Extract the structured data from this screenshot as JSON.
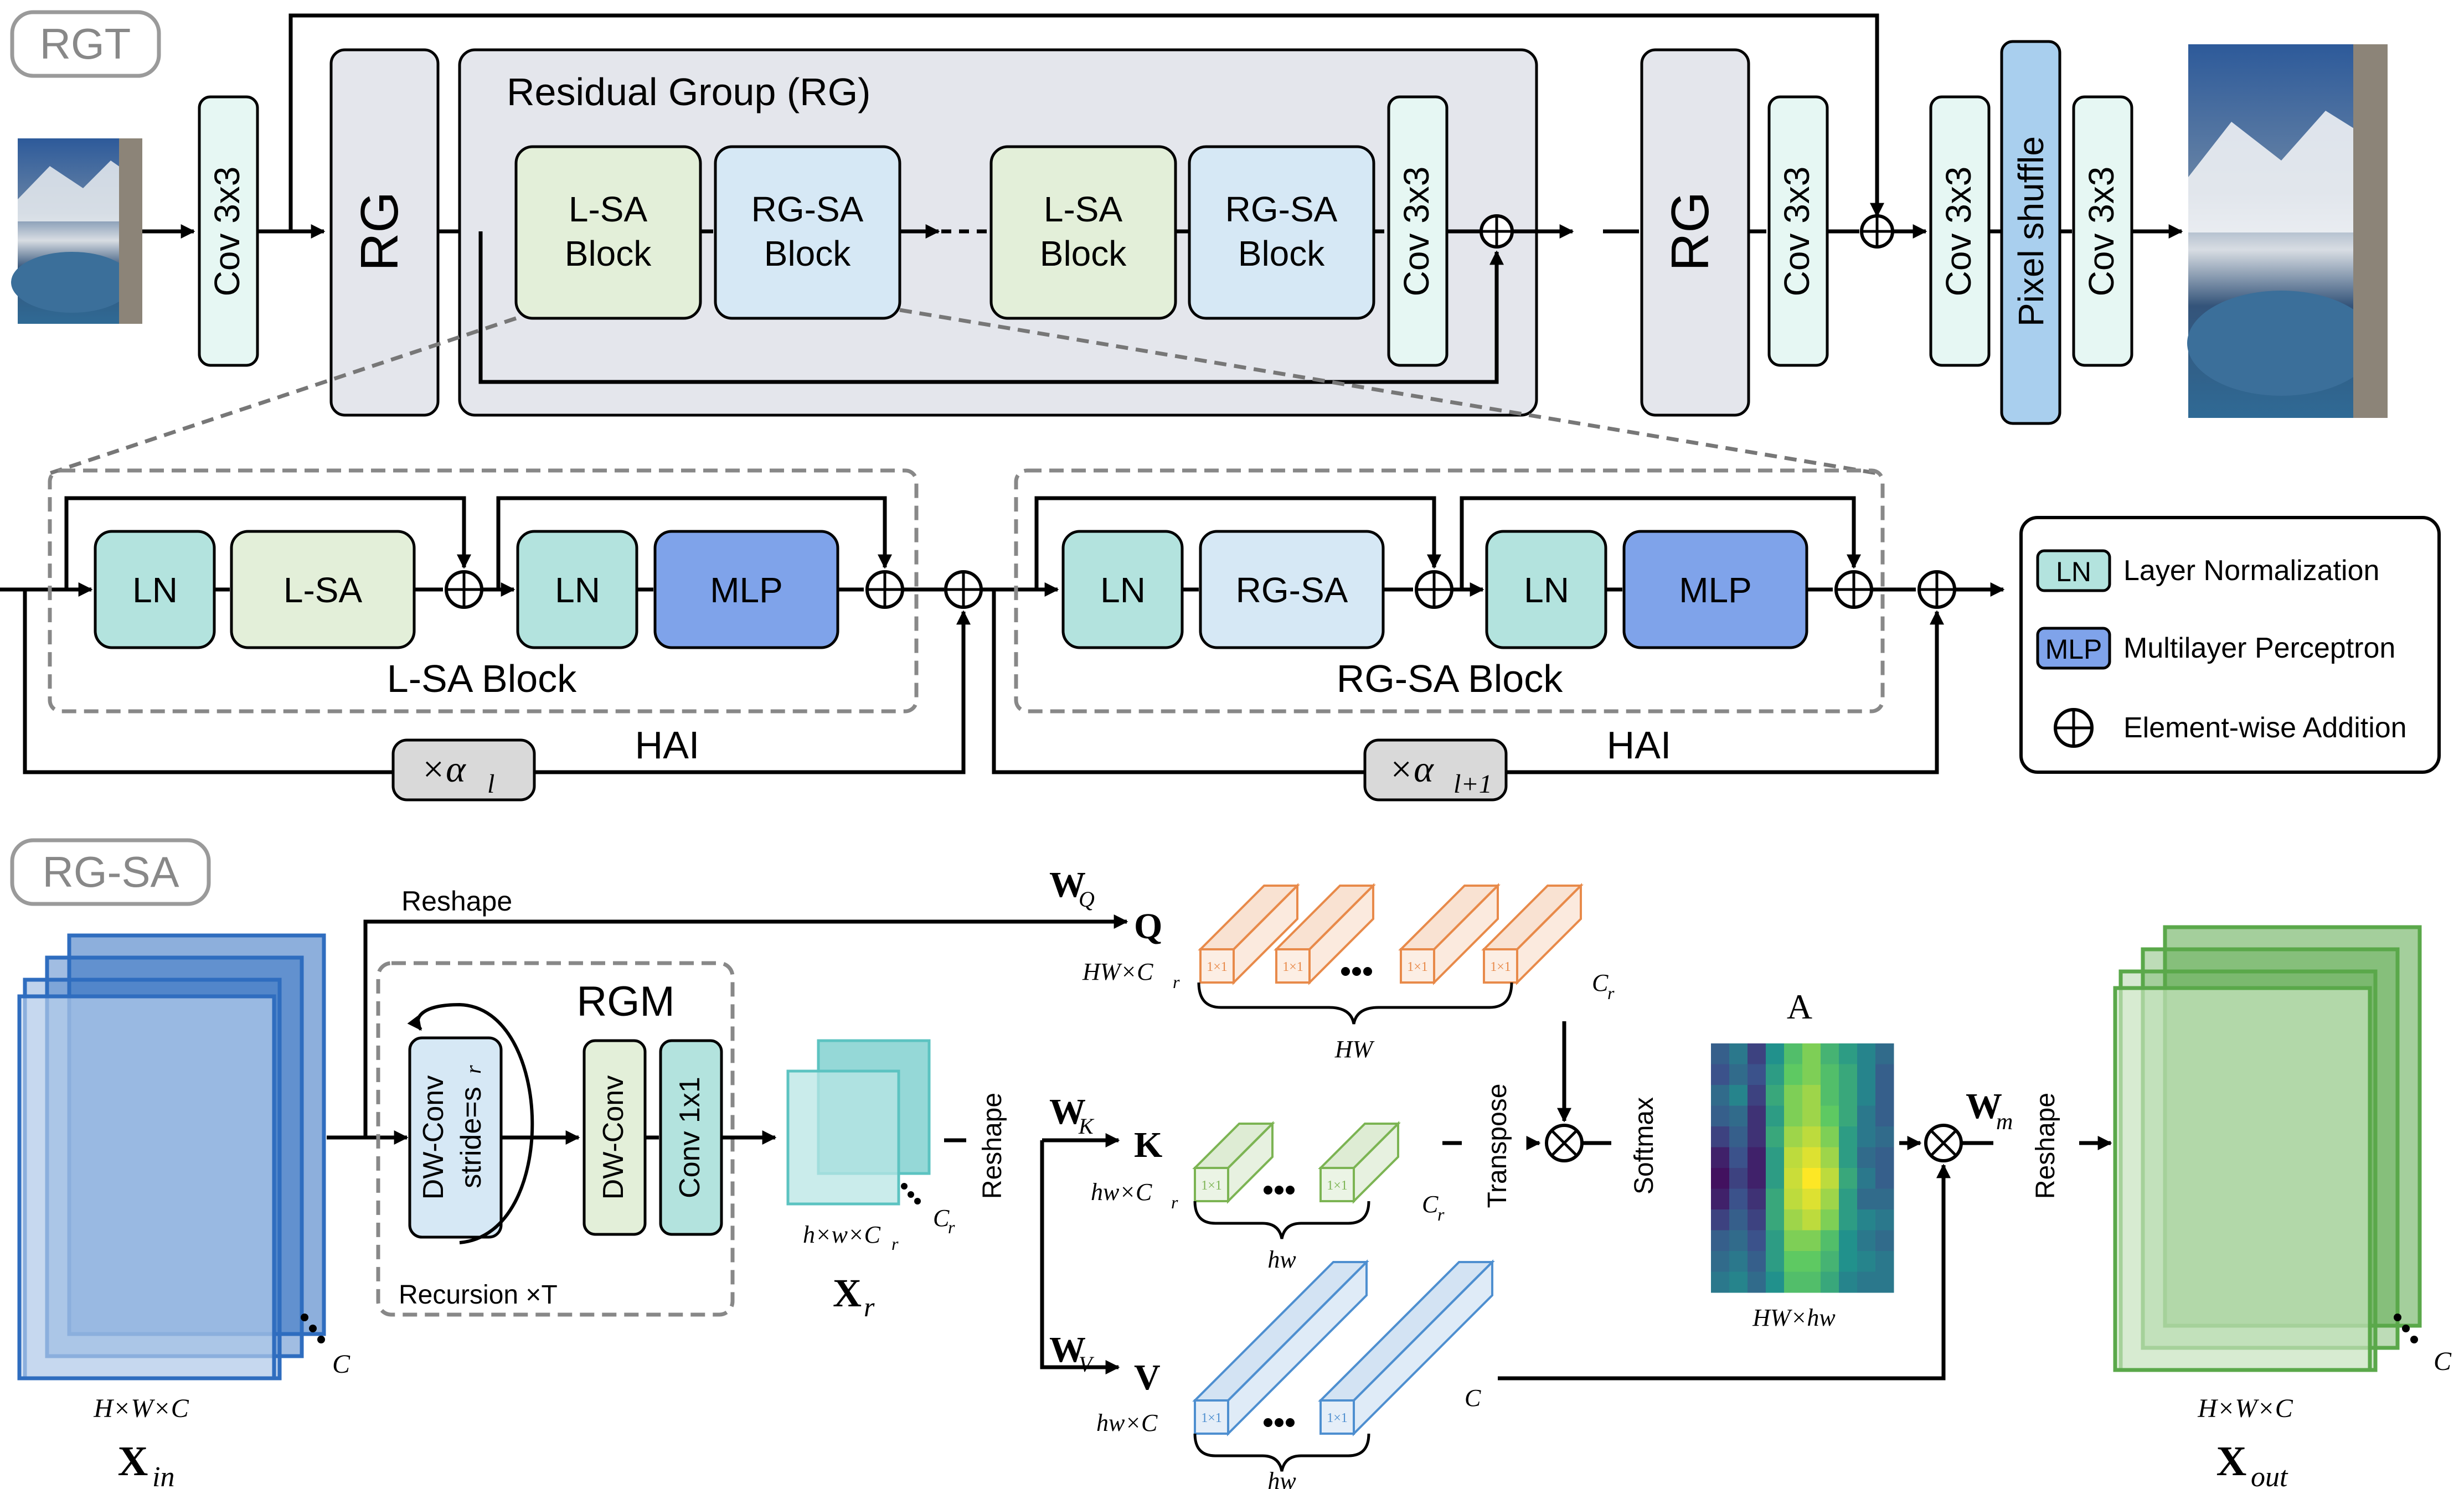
{
  "rgt": {
    "section_label": "RGT",
    "conv_first": "Cov 3x3",
    "rg_first": "RG",
    "group_title": "Residual Group (RG)",
    "lsa_block_1": [
      "L-SA",
      "Block"
    ],
    "rgsa_block_1": [
      "RG-SA",
      "Block"
    ],
    "lsa_block_2": [
      "L-SA",
      "Block"
    ],
    "rgsa_block_2": [
      "RG-SA",
      "Block"
    ],
    "conv_group": "Cov 3x3",
    "rg_last": "RG",
    "conv_after_rg": "Cov 3x3",
    "conv_up": "Cov 3x3",
    "pixel_shuffle": "Pixel shuffle",
    "conv_last": "Cov 3x3"
  },
  "blocks": {
    "lsa": {
      "ln1": "LN",
      "attn": "L-SA",
      "ln2": "LN",
      "mlp": "MLP",
      "title": "L-SA Block"
    },
    "rgsa": {
      "ln1": "LN",
      "attn": "RG-SA",
      "ln2": "LN",
      "mlp": "MLP",
      "title": "RG-SA Block"
    },
    "hai_1": {
      "scale_prefix": "×α",
      "scale_sub": "l",
      "label": "HAI"
    },
    "hai_2": {
      "scale_prefix": "×α",
      "scale_sub": "l+1",
      "label": "HAI"
    }
  },
  "legend": {
    "items": [
      {
        "key": "LN",
        "text": "Layer Normalization",
        "color": "#b3e3de"
      },
      {
        "key": "MLP",
        "text": "Multilayer Perceptron",
        "color": "#7fa3ea"
      },
      {
        "key": "⊕",
        "text": "Element-wise Addition",
        "color": "#ffffff"
      }
    ]
  },
  "rgsa": {
    "section_label": "RG-SA",
    "reshape_top": "Reshape",
    "rgm_title": "RGM",
    "dwconv_stride": [
      "DW-Conv",
      "stride=s"
    ],
    "stride_sub": "r",
    "dwconv": "DW-Conv",
    "conv1x1": "Conv 1x1",
    "recursion": "Recursion ×T",
    "xin_dims": "H×W×C",
    "xin_c": "C",
    "xin_label": "X",
    "xin_sub": "in",
    "xr_dims": "h×w×C",
    "xr_dims_sub": "r",
    "xr_c": "C",
    "xr_c_sub": "r",
    "xr_label": "X",
    "xr_sub": "r",
    "reshape_mid": "Reshape",
    "wq": "W",
    "wq_sub": "Q",
    "q": "Q",
    "q_dims": "HW×C",
    "q_dims_sub": "r",
    "q_cr": "C",
    "q_cr_sub": "r",
    "q_hw": "HW",
    "wk": "W",
    "wk_sub": "K",
    "k": "K",
    "k_dims": "hw×C",
    "k_dims_sub": "r",
    "k_cr": "C",
    "k_cr_sub": "r",
    "k_hw": "hw",
    "wv": "W",
    "wv_sub": "V",
    "v": "V",
    "v_dims": "hw×C",
    "v_c": "C",
    "v_hw": "hw",
    "cell": "1×1",
    "transpose": "Transpose",
    "softmax": "Softmax",
    "a_label": "A",
    "a_dims": "HW×hw",
    "wm": "W",
    "wm_sub": "m",
    "reshape_out": "Reshape",
    "xout_dims": "H×W×C",
    "xout_c": "C",
    "xout_label": "X",
    "xout_sub": "out"
  },
  "colors": {
    "ln": "#b3e3de",
    "lsa": "#e3efd9",
    "rgsa": "#d6e8f5",
    "mlp": "#7fa3ea",
    "conv": "#e6f7f3",
    "group": "#e4e6ec",
    "pixel_shuffle": "#a9cfee",
    "hai": "#d9d9d9",
    "q_orange": "#e88a4a",
    "k_green": "#7cb453",
    "v_blue": "#4e8fd0",
    "xin_blue": "#2f6dbf",
    "xout_green": "#5aa84a",
    "xr_teal": "#5cc3c1"
  },
  "heatmap": {
    "rows": 12,
    "cols": 10,
    "values": [
      [
        0.3,
        0.4,
        0.2,
        0.5,
        0.7,
        0.8,
        0.65,
        0.55,
        0.45,
        0.35
      ],
      [
        0.25,
        0.35,
        0.25,
        0.55,
        0.75,
        0.8,
        0.7,
        0.6,
        0.45,
        0.3
      ],
      [
        0.35,
        0.45,
        0.2,
        0.6,
        0.8,
        0.85,
        0.7,
        0.6,
        0.45,
        0.3
      ],
      [
        0.3,
        0.35,
        0.15,
        0.55,
        0.8,
        0.85,
        0.75,
        0.6,
        0.4,
        0.3
      ],
      [
        0.2,
        0.3,
        0.15,
        0.6,
        0.85,
        0.9,
        0.8,
        0.55,
        0.4,
        0.35
      ],
      [
        0.1,
        0.25,
        0.1,
        0.55,
        0.9,
        0.95,
        0.85,
        0.55,
        0.35,
        0.3
      ],
      [
        0.05,
        0.2,
        0.1,
        0.55,
        0.92,
        1.0,
        0.9,
        0.6,
        0.4,
        0.3
      ],
      [
        0.1,
        0.25,
        0.15,
        0.6,
        0.9,
        0.95,
        0.85,
        0.55,
        0.35,
        0.35
      ],
      [
        0.2,
        0.3,
        0.2,
        0.6,
        0.85,
        0.9,
        0.8,
        0.55,
        0.45,
        0.4
      ],
      [
        0.3,
        0.35,
        0.25,
        0.55,
        0.8,
        0.8,
        0.7,
        0.5,
        0.4,
        0.35
      ],
      [
        0.35,
        0.4,
        0.3,
        0.55,
        0.75,
        0.75,
        0.65,
        0.5,
        0.45,
        0.4
      ],
      [
        0.4,
        0.45,
        0.35,
        0.5,
        0.7,
        0.7,
        0.6,
        0.45,
        0.4,
        0.4
      ]
    ]
  }
}
